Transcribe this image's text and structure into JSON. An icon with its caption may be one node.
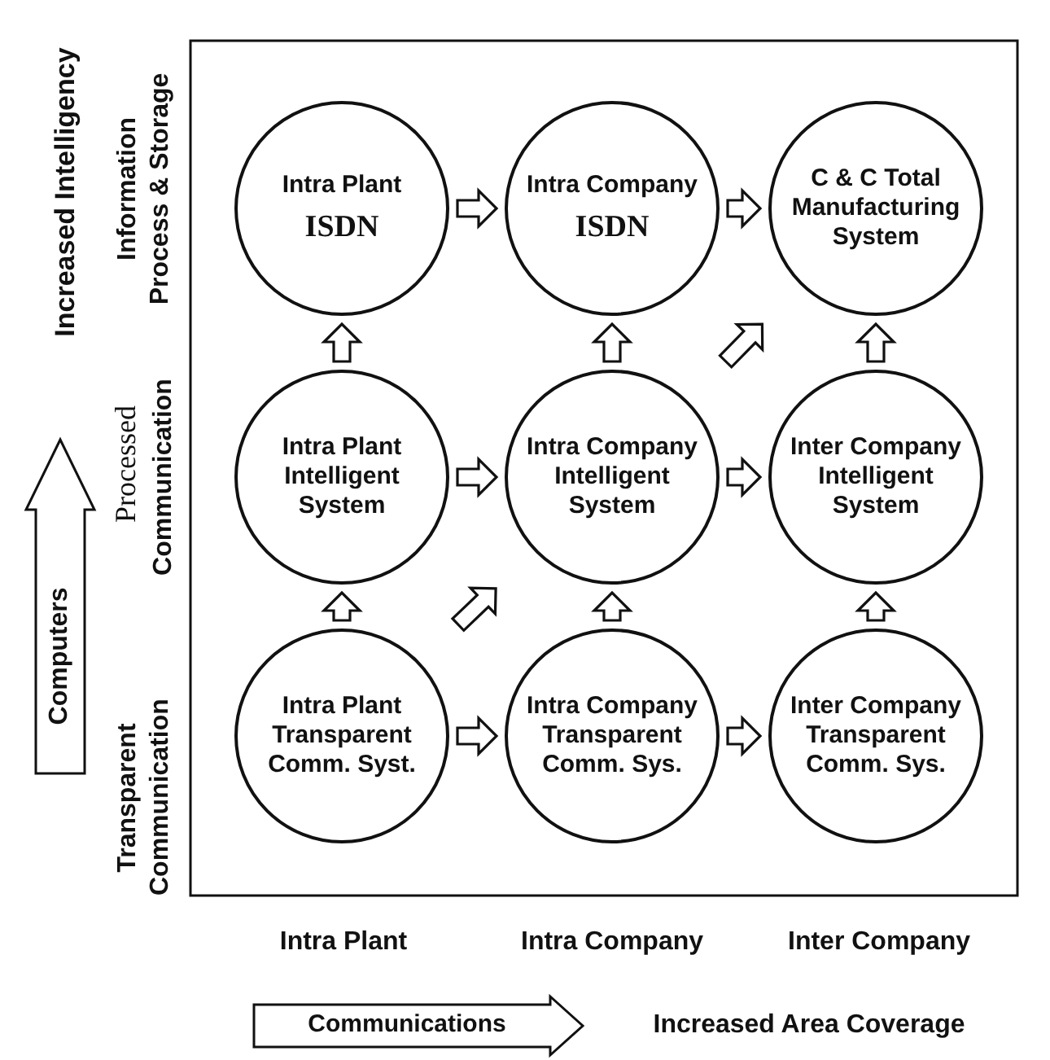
{
  "diagram": {
    "nodes": [
      {
        "text": [
          "Intra Plant",
          "ISDN"
        ]
      },
      {
        "text": [
          "Intra Company",
          "ISDN"
        ]
      },
      {
        "text": [
          "C & C Total Manufacturing System"
        ]
      },
      {
        "text": [
          "Intra Plant Intelligent System"
        ]
      },
      {
        "text": [
          "Intra Company Intelligent System"
        ]
      },
      {
        "text": [
          "Inter Company Intelligent System"
        ]
      },
      {
        "text": [
          "Intra Plant Transparent Comm. Syst."
        ]
      },
      {
        "text": [
          "Intra Company Transparent Comm. Sys."
        ]
      },
      {
        "text": [
          "Inter Company Transparent Comm. Sys."
        ]
      }
    ],
    "edges": [
      {
        "from": 0,
        "to": 1,
        "arrow": "to"
      },
      {
        "from": 1,
        "to": 2,
        "arrow": "to"
      },
      {
        "from": 3,
        "to": 0,
        "arrow": "to"
      },
      {
        "from": 4,
        "to": 1,
        "arrow": "to"
      },
      {
        "from": 4,
        "to": 2,
        "arrow": "to"
      },
      {
        "from": 5,
        "to": 2,
        "arrow": "to"
      },
      {
        "from": 3,
        "to": 4,
        "arrow": "to"
      },
      {
        "from": 4,
        "to": 5,
        "arrow": "to"
      },
      {
        "from": 6,
        "to": 3,
        "arrow": "to"
      },
      {
        "from": 6,
        "to": 4,
        "arrow": "to"
      },
      {
        "from": 7,
        "to": 4,
        "arrow": "to"
      },
      {
        "from": 8,
        "to": 5,
        "arrow": "to"
      },
      {
        "from": 6,
        "to": 7,
        "arrow": "to"
      },
      {
        "from": 7,
        "to": 8,
        "arrow": "to"
      }
    ],
    "labels": [
      "Increased Intelligency",
      "Information Process & Storage",
      "Computers",
      "Processed",
      "Communication",
      "Transparent Communication",
      "Intra Plant",
      "Intra Company",
      "Inter Company",
      "Communications",
      "Increased Area Coverage"
    ]
  }
}
